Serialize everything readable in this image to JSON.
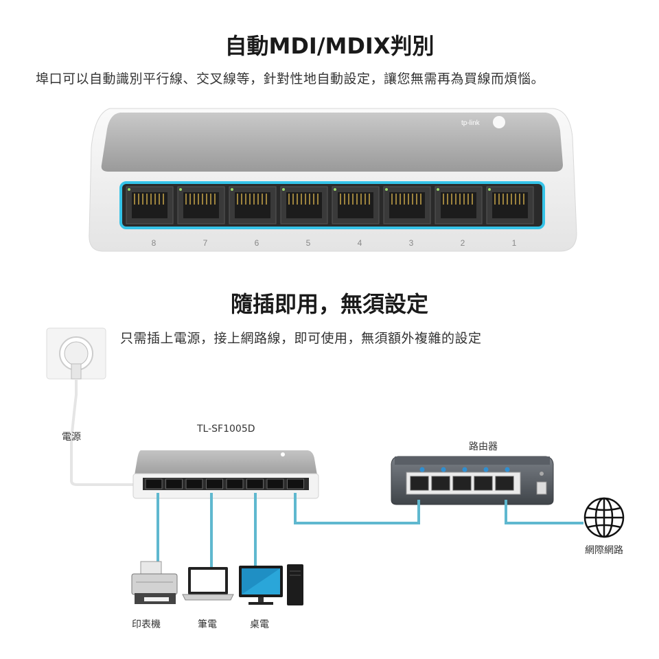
{
  "section1": {
    "title": "自動MDI/MDIX判別",
    "subtitle": "埠口可以自動識別平行線、交叉線等，針對性地自動設定，讓您無需再為買線而煩惱。",
    "port_numbers": [
      "8",
      "7",
      "6",
      "5",
      "4",
      "3",
      "2",
      "1"
    ],
    "brand": "tp-link",
    "accent_color": "#35c3e8"
  },
  "section2": {
    "title": "隨插即用，無須設定",
    "subtitle": "只需插上電源，接上網路線，即可使用，無須額外複雜的設定",
    "power_label": "電源",
    "model_label": "TL-SF1005D",
    "router_label": "路由器",
    "internet_label": "網際網路",
    "device_labels": [
      "印表機",
      "筆電",
      "桌電"
    ],
    "cable_color": "#5fb8cf"
  }
}
